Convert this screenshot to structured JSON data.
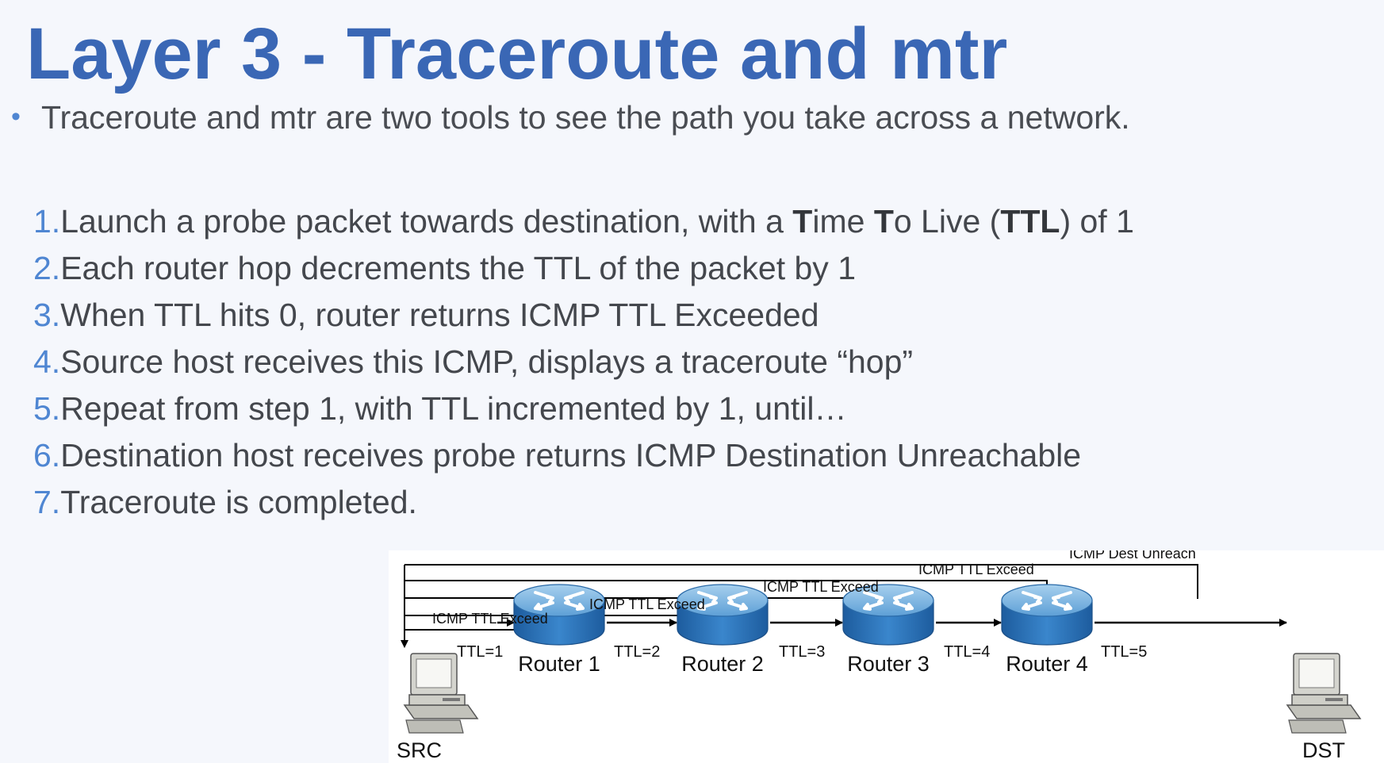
{
  "slide": {
    "title": "Layer 3 - Traceroute and mtr",
    "bullet": "Traceroute and mtr are two tools to see the path you take across a network.",
    "steps": [
      {
        "num": "1.",
        "parts": [
          {
            "t": "Launch a probe packet towards destination, with a ",
            "b": false
          },
          {
            "t": "T",
            "b": true
          },
          {
            "t": "ime ",
            "b": false
          },
          {
            "t": "T",
            "b": true
          },
          {
            "t": "o Live (",
            "b": false
          },
          {
            "t": "TTL",
            "b": true
          },
          {
            "t": ") of 1",
            "b": false
          }
        ]
      },
      {
        "num": "2.",
        "parts": [
          {
            "t": "Each router hop decrements the TTL of the packet by 1",
            "b": false
          }
        ]
      },
      {
        "num": "3.",
        "parts": [
          {
            "t": "When TTL hits 0, router returns ICMP TTL Exceeded",
            "b": false
          }
        ]
      },
      {
        "num": "4.",
        "parts": [
          {
            "t": "Source host receives this ICMP, displays a traceroute “hop”",
            "b": false
          }
        ]
      },
      {
        "num": "5.",
        "parts": [
          {
            "t": "Repeat from step 1, with TTL incremented by 1, until…",
            "b": false
          }
        ]
      },
      {
        "num": "6.",
        "parts": [
          {
            "t": "Destination host receives probe returns ICMP Destination Unreachable",
            "b": false
          }
        ]
      },
      {
        "num": "7.",
        "parts": [
          {
            "t": "Traceroute is completed.",
            "b": false
          }
        ]
      }
    ]
  },
  "diagram": {
    "src_label": "SRC",
    "dst_label": "DST",
    "routers": [
      "Router 1",
      "Router 2",
      "Router 3",
      "Router 4"
    ],
    "ttl_labels": [
      "TTL=1",
      "TTL=2",
      "TTL=3",
      "TTL=4",
      "TTL=5"
    ],
    "return_labels": [
      "ICMP TTL Exceed",
      "ICMP TTL Exceed",
      "ICMP TTL Exceed",
      "ICMP TTL Exceed",
      "ICMP Dest Unreach"
    ],
    "colors": {
      "title": "#3a67b5",
      "bullet_accent": "#4f86d2",
      "router_top": "#7fb6e0",
      "router_body": "#2e72b8",
      "computer_body": "#c9c9c3"
    }
  }
}
